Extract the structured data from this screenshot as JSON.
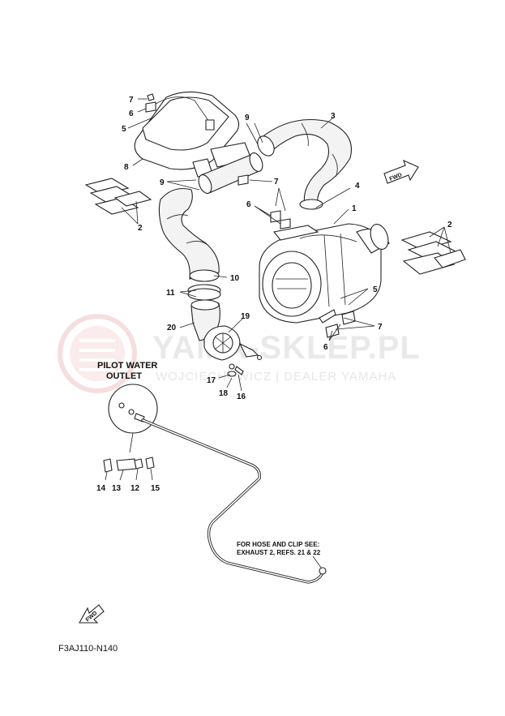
{
  "labels": {
    "n1": "1",
    "n2a": "2",
    "n2b": "2",
    "n3": "3",
    "n4": "4",
    "n5a": "5",
    "n5b": "5",
    "n6a": "6",
    "n6b": "6",
    "n6c": "6",
    "n7a": "7",
    "n7b": "7",
    "n7c": "7",
    "n8": "8",
    "n9a": "9",
    "n9b": "9",
    "n10": "10",
    "n11": "11",
    "n12": "12",
    "n13": "13",
    "n14": "14",
    "n15": "15",
    "n16": "16",
    "n17": "17",
    "n18": "18",
    "n19": "19",
    "n20": "20"
  },
  "callouts": {
    "pilot_line1": "PILOT WATER",
    "pilot_line2": "OUTLET",
    "hose_note_line1": "FOR HOSE AND CLIP SEE:",
    "hose_note_line2": "EXHAUST 2, REFS. 21 & 22"
  },
  "fwd_text": "FWD",
  "watermark": {
    "main": "YAMA-SKLEP.PL",
    "sub": "WOJCIECHOWICZ | DEALER YAMAHA"
  },
  "diagram_code": "F3AJ110-N140",
  "colors": {
    "line": "#222222",
    "watermark": "#e9e9e9",
    "logo": "#f2c9c9"
  }
}
